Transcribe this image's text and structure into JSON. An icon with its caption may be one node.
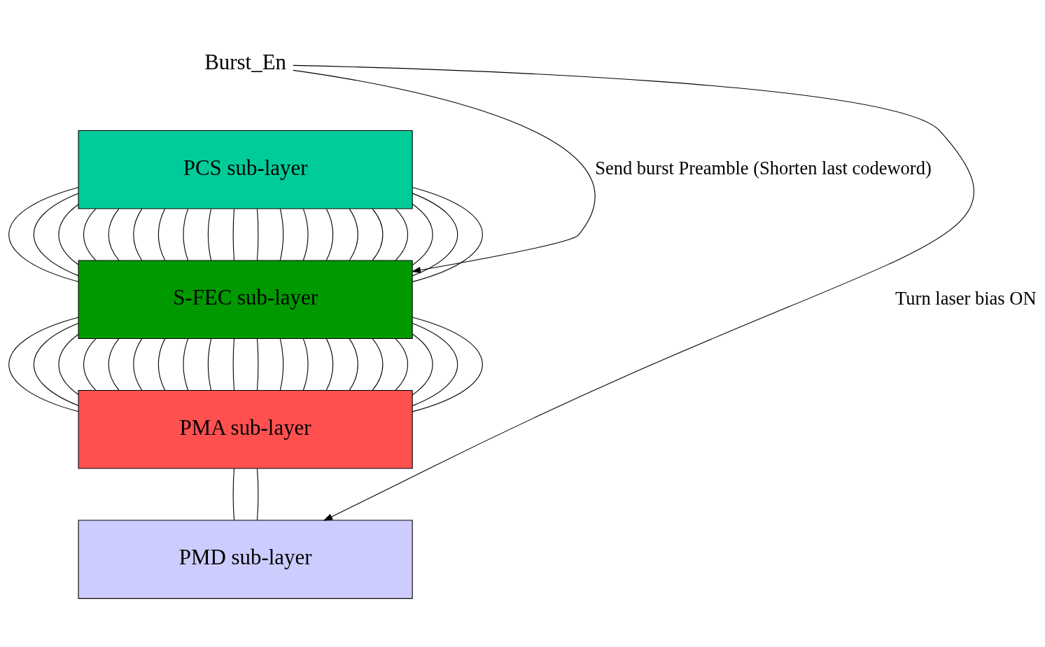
{
  "diagram": {
    "nodes": [
      {
        "text": [
          "Burst_En"
        ]
      },
      {
        "text": [
          "PCS sub-layer"
        ]
      },
      {
        "text": [
          "S-FEC sub-layer"
        ]
      },
      {
        "text": [
          "PMA sub-layer"
        ]
      },
      {
        "text": [
          "PMD sub-layer"
        ]
      }
    ],
    "edges": [
      {
        "from": 0,
        "to": 2,
        "arrow": "to",
        "label": "Send burst Preamble (Shorten last codeword)"
      },
      {
        "from": 0,
        "to": 4,
        "arrow": "to",
        "label": "Turn laser bias ON"
      },
      {
        "from": 1,
        "to": 2,
        "arrow": "none"
      },
      {
        "from": 1,
        "to": 2,
        "arrow": "none"
      },
      {
        "from": 1,
        "to": 2,
        "arrow": "none"
      },
      {
        "from": 1,
        "to": 2,
        "arrow": "none"
      },
      {
        "from": 1,
        "to": 2,
        "arrow": "none"
      },
      {
        "from": 1,
        "to": 2,
        "arrow": "none"
      },
      {
        "from": 1,
        "to": 2,
        "arrow": "none"
      },
      {
        "from": 1,
        "to": 2,
        "arrow": "none"
      },
      {
        "from": 1,
        "to": 2,
        "arrow": "none"
      },
      {
        "from": 1,
        "to": 2,
        "arrow": "none"
      },
      {
        "from": 1,
        "to": 2,
        "arrow": "none"
      },
      {
        "from": 1,
        "to": 2,
        "arrow": "none"
      },
      {
        "from": 1,
        "to": 2,
        "arrow": "none"
      },
      {
        "from": 1,
        "to": 2,
        "arrow": "none"
      },
      {
        "from": 1,
        "to": 2,
        "arrow": "none"
      },
      {
        "from": 1,
        "to": 2,
        "arrow": "none"
      },
      {
        "from": 1,
        "to": 2,
        "arrow": "none"
      },
      {
        "from": 1,
        "to": 2,
        "arrow": "none"
      },
      {
        "from": 1,
        "to": 2,
        "arrow": "none"
      },
      {
        "from": 1,
        "to": 2,
        "arrow": "none"
      },
      {
        "from": 2,
        "to": 3,
        "arrow": "none"
      },
      {
        "from": 2,
        "to": 3,
        "arrow": "none"
      },
      {
        "from": 2,
        "to": 3,
        "arrow": "none"
      },
      {
        "from": 2,
        "to": 3,
        "arrow": "none"
      },
      {
        "from": 2,
        "to": 3,
        "arrow": "none"
      },
      {
        "from": 2,
        "to": 3,
        "arrow": "none"
      },
      {
        "from": 2,
        "to": 3,
        "arrow": "none"
      },
      {
        "from": 2,
        "to": 3,
        "arrow": "none"
      },
      {
        "from": 2,
        "to": 3,
        "arrow": "none"
      },
      {
        "from": 2,
        "to": 3,
        "arrow": "none"
      },
      {
        "from": 2,
        "to": 3,
        "arrow": "none"
      },
      {
        "from": 2,
        "to": 3,
        "arrow": "none"
      },
      {
        "from": 2,
        "to": 3,
        "arrow": "none"
      },
      {
        "from": 2,
        "to": 3,
        "arrow": "none"
      },
      {
        "from": 2,
        "to": 3,
        "arrow": "none"
      },
      {
        "from": 2,
        "to": 3,
        "arrow": "none"
      },
      {
        "from": 2,
        "to": 3,
        "arrow": "none"
      },
      {
        "from": 2,
        "to": 3,
        "arrow": "none"
      },
      {
        "from": 2,
        "to": 3,
        "arrow": "none"
      },
      {
        "from": 2,
        "to": 3,
        "arrow": "none"
      },
      {
        "from": 3,
        "to": 4,
        "arrow": "none"
      },
      {
        "from": 3,
        "to": 4,
        "arrow": "none"
      }
    ]
  }
}
